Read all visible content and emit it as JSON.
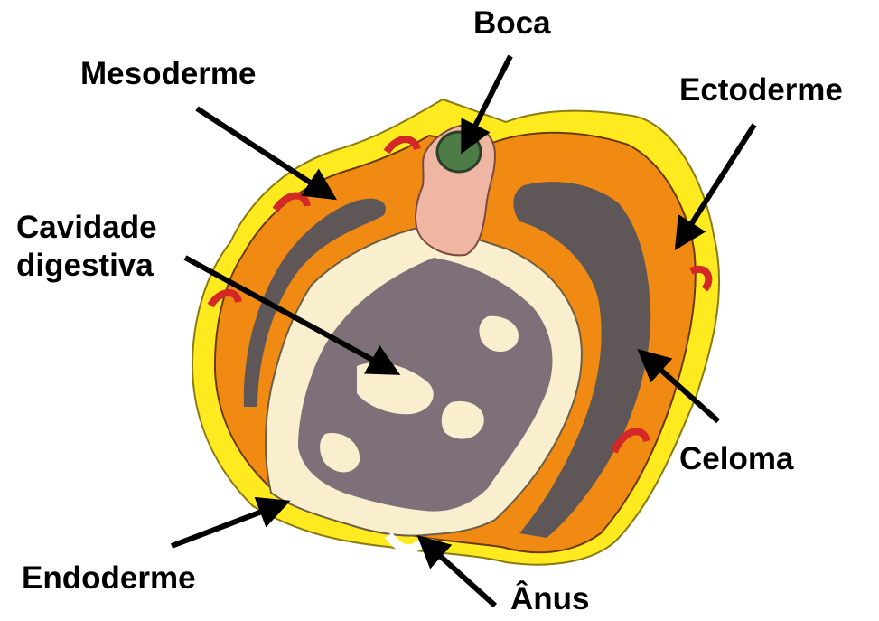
{
  "labels": {
    "boca": "Boca",
    "mesoderme": "Mesoderme",
    "ectoderme": "Ectoderme",
    "cavidade_line1": "Cavidade",
    "cavidade_line2": "digestiva",
    "celoma": "Celoma",
    "endoderme": "Endoderme",
    "anus": "Ânus"
  },
  "colors": {
    "ectoderm": "#FFEA1F",
    "mesoderm": "#F08A12",
    "coelom": "#5E5657",
    "endoderm": "#F9EFCF",
    "digestive_cavity": "#7E7078",
    "mouth_tissue": "#F0B6A4",
    "mouth": "#4E7C46",
    "frill": "#D42828"
  }
}
